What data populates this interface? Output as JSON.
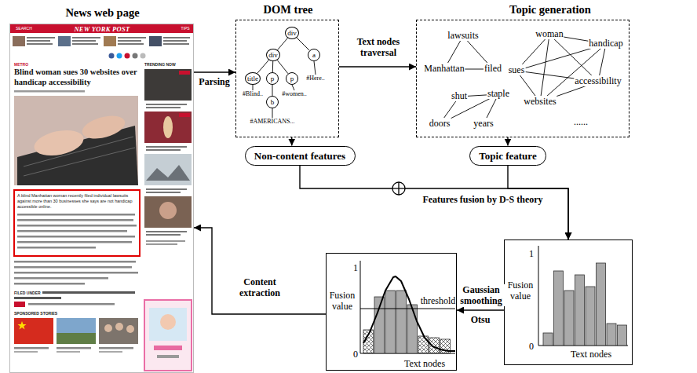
{
  "diagram": {
    "nodes": [
      {
        "text": [
          "News web page"
        ]
      },
      {
        "text": [
          "DOM tree"
        ]
      },
      {
        "text": [
          "div"
        ],
        "in": 1
      },
      {
        "text": [
          "div"
        ],
        "in": 1
      },
      {
        "text": [
          "a"
        ],
        "in": 1
      },
      {
        "text": [
          "title"
        ],
        "in": 1
      },
      {
        "text": [
          "p"
        ],
        "in": 1
      },
      {
        "text": [
          "p"
        ],
        "in": 1
      },
      {
        "text": [
          "b"
        ],
        "in": 1
      },
      {
        "text": [
          "Topic generation"
        ]
      },
      {
        "text": [
          "Non-content features"
        ]
      },
      {
        "text": [
          "Topic feature"
        ]
      },
      {
        "text": [
          "1",
          "Fusion value",
          "0",
          "Text nodes",
          "threshold"
        ]
      },
      {
        "text": [
          "1",
          "Fusion value",
          "0",
          "Text nodes"
        ]
      }
    ],
    "edges": [
      {
        "from": 0,
        "to": 1,
        "arrow": "to",
        "label": "Parsing"
      },
      {
        "from": 1,
        "to": 9,
        "arrow": "to",
        "label": "Text nodes traversal"
      },
      {
        "from": 2,
        "to": 3,
        "arrow": "none"
      },
      {
        "from": 2,
        "to": 4,
        "arrow": "none"
      },
      {
        "from": 3,
        "to": 5,
        "arrow": "none"
      },
      {
        "from": 3,
        "to": 6,
        "arrow": "none"
      },
      {
        "from": 3,
        "to": 7,
        "arrow": "none"
      },
      {
        "from": 6,
        "to": 8,
        "arrow": "none"
      },
      {
        "from": 1,
        "to": 10,
        "arrow": "to"
      },
      {
        "from": 9,
        "to": 11,
        "arrow": "to"
      },
      {
        "from": 10,
        "to": 13,
        "arrow": "to",
        "label": "Features fusion by D-S theory"
      },
      {
        "from": 11,
        "to": 13,
        "arrow": "to"
      },
      {
        "from": 13,
        "to": 12,
        "arrow": "to",
        "label": "Gaussian smoothing"
      },
      {
        "from": 12,
        "to": 0,
        "arrow": "to",
        "label": "Content extraction"
      }
    ],
    "labels": [
      "SEARCH",
      "NEW YORK POST",
      "TIPS",
      "TRENDING NOW",
      "METRO",
      "Blind woman sues 30 websites over handicap accessibility",
      "A blind Manhattan woman recently filed individual lawsuits against more than 30 businesses she says are not handicap accessible online.",
      "FILED UNDER",
      "SPONSORED STORIES",
      "#Here..",
      "#Blind..",
      "#women..",
      "#AMERICANS...",
      "lawsuits",
      "Manhattan",
      "filed",
      "woman",
      "handicap",
      "sues",
      "websites",
      "accessibility",
      "shut",
      "staple",
      "doors",
      "years",
      "......",
      "Otsu"
    ]
  }
}
